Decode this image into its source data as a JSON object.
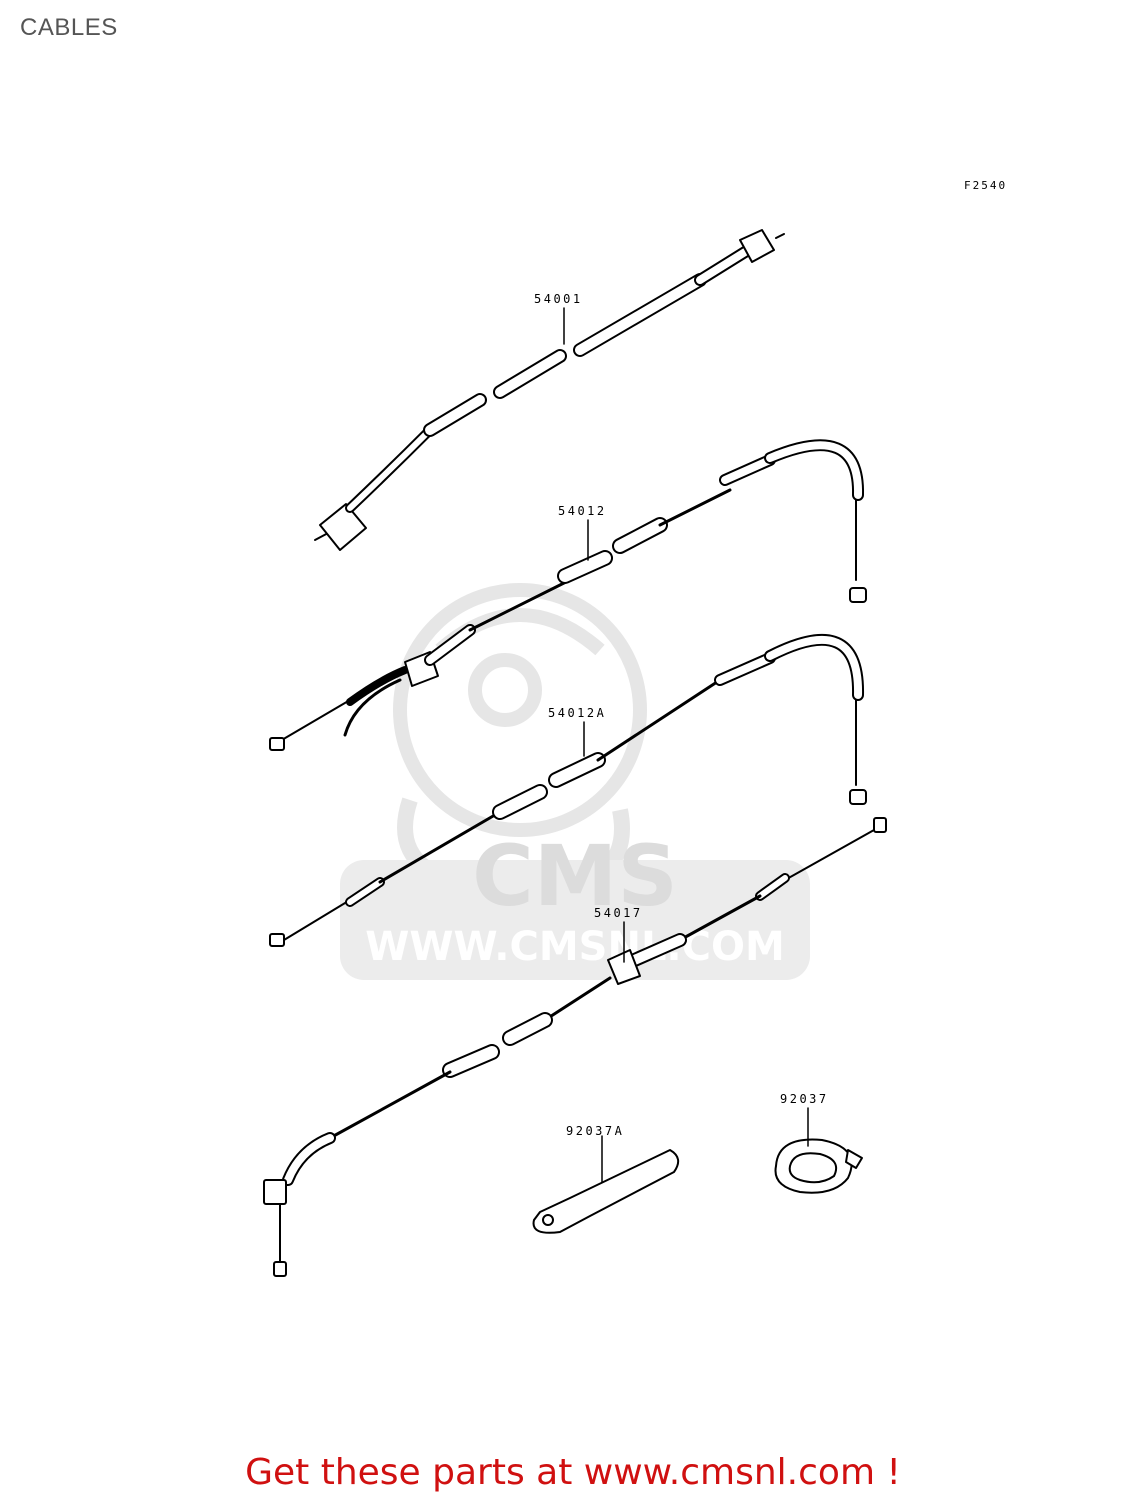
{
  "page": {
    "title": "CABLES",
    "figure_code": "F2540",
    "footer_link": "Get these parts at www.cmsnl.com !"
  },
  "watermark": {
    "brand": "CMS",
    "url": "WWW.CMSNL.COM"
  },
  "parts": [
    {
      "number": "54001"
    },
    {
      "number": "54012"
    },
    {
      "number": "54012A"
    },
    {
      "number": "54017"
    },
    {
      "number": "92037A"
    },
    {
      "number": "92037"
    }
  ],
  "colors": {
    "line": "#000000",
    "footer_text": "#d01010",
    "watermark": "#e4e4e4"
  }
}
